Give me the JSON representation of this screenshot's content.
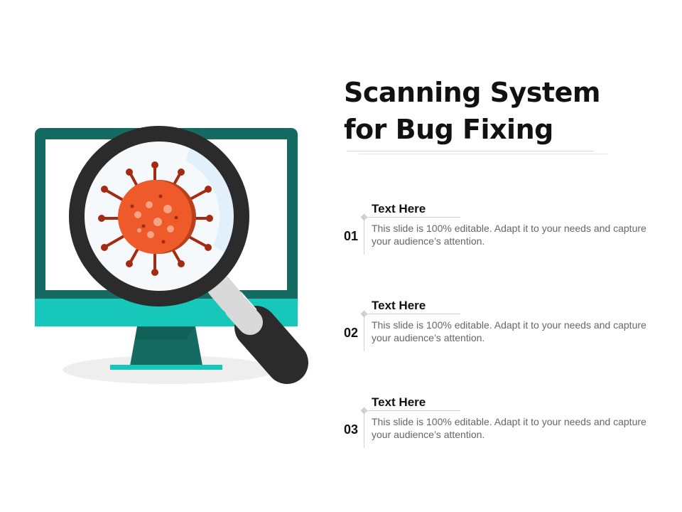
{
  "slide": {
    "title_line1": "Scanning System",
    "title_line2": "for Bug Fixing"
  },
  "items": [
    {
      "number": "01",
      "heading": "Text Here",
      "description": "This slide is 100% editable. Adapt it to your needs and capture your audience’s attention."
    },
    {
      "number": "02",
      "heading": "Text Here",
      "description": "This slide is 100% editable. Adapt it to your needs and capture your audience’s attention."
    },
    {
      "number": "03",
      "heading": "Text Here",
      "description": "This slide is 100% editable. Adapt it to your needs and capture your audience’s attention."
    }
  ],
  "colors": {
    "monitor_frame": "#156b62",
    "monitor_base": "#17c7b9",
    "magnifier_ring": "#2b2b2b",
    "virus_body": "#ee5a29",
    "virus_spikes": "#a52a12"
  },
  "icons": [
    "monitor-icon",
    "magnifying-glass-icon",
    "virus-icon"
  ]
}
